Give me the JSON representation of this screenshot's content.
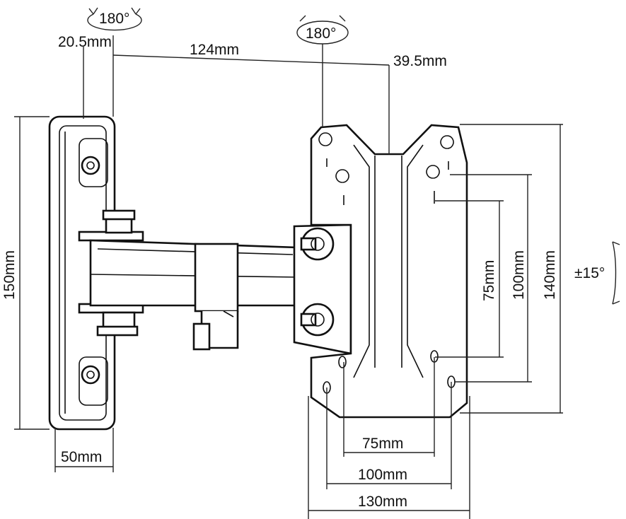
{
  "rotation": {
    "wall_swivel": "180°",
    "head_swivel": "180°",
    "tilt": "±15°"
  },
  "dimensions": {
    "wall_offset": "20.5mm",
    "arm_length": "124mm",
    "head_offset": "39.5mm",
    "wall_plate_height": "150mm",
    "wall_plate_width": "50mm",
    "vesa_75_v": "75mm",
    "vesa_100_v": "100mm",
    "plate_height": "140mm",
    "vesa_75_h": "75mm",
    "vesa_100_h": "100mm",
    "plate_width": "130mm"
  },
  "colors": {
    "line": "#111111",
    "background": "#ffffff"
  }
}
